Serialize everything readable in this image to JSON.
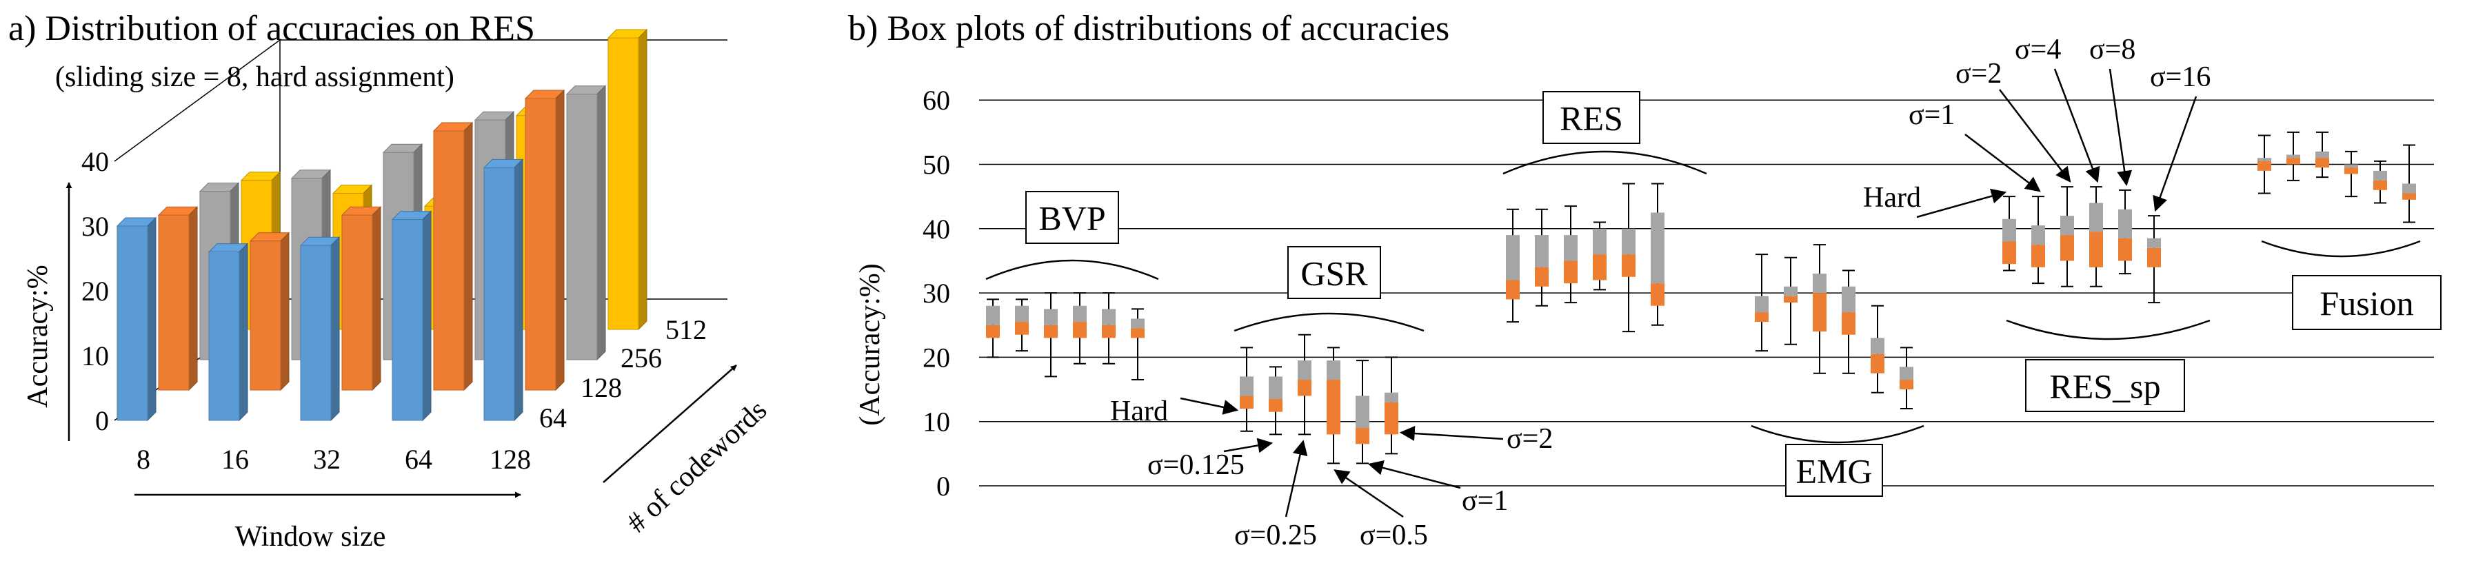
{
  "panel_a": {
    "title": "a) Distribution of accuracies on RES",
    "subtitle": "(sliding size = 8, hard assignment)"
  },
  "panel_b": {
    "title": "b) Box plots of distributions of accuracies"
  },
  "colors": {
    "blue": "#5b9bd5",
    "orange": "#ed7d31",
    "gray": "#a5a5a5",
    "yellow": "#ffc000",
    "box_upper": "#a5a5a5",
    "box_lower": "#ed7d31",
    "line": "#000000"
  },
  "chart_data": [
    {
      "type": "bar",
      "title": "a) Distribution of accuracies on RES",
      "subtitle": "(sliding size = 8, hard assignment)",
      "xlabel": "Window size",
      "ylabel": "Accuracy:%",
      "zlabel": "# of codewords",
      "categories": [
        "8",
        "16",
        "32",
        "64",
        "128"
      ],
      "depth_categories": [
        "64",
        "128",
        "256",
        "512"
      ],
      "yticks": [
        0,
        10,
        20,
        30,
        40
      ],
      "ylim": [
        0,
        40
      ],
      "series": [
        {
          "name": "64",
          "color": "blue",
          "values": [
            30,
            26,
            27,
            31,
            39
          ]
        },
        {
          "name": "128",
          "color": "orange",
          "values": [
            27,
            23,
            27,
            40,
            45
          ]
        },
        {
          "name": "256",
          "color": "gray",
          "values": [
            26,
            28,
            32,
            37,
            41
          ]
        },
        {
          "name": "512",
          "color": "yellow",
          "values": [
            23,
            21,
            19,
            33,
            45
          ]
        }
      ]
    },
    {
      "type": "box",
      "title": "b) Box plots of distributions of accuracies",
      "ylabel": "(Accuracy:%)",
      "yticks": [
        0,
        10,
        20,
        30,
        40,
        50,
        60
      ],
      "ylim": [
        0,
        60
      ],
      "grid": true,
      "boxes_per_group": [
        "Hard",
        "σ=0.125",
        "σ=0.25",
        "σ=0.5",
        "σ=1",
        "σ=2"
      ],
      "groups": [
        {
          "name": "BVP",
          "boxes": [
            {
              "min": 20,
              "q1": 23,
              "median": 25,
              "q3": 28,
              "max": 29
            },
            {
              "min": 21,
              "q1": 23.5,
              "median": 25.5,
              "q3": 28,
              "max": 29
            },
            {
              "min": 17,
              "q1": 23,
              "median": 25,
              "q3": 27.5,
              "max": 30
            },
            {
              "min": 19,
              "q1": 23,
              "median": 25.5,
              "q3": 28,
              "max": 30
            },
            {
              "min": 19,
              "q1": 23,
              "median": 25,
              "q3": 27.5,
              "max": 30
            },
            {
              "min": 16.5,
              "q1": 23,
              "median": 24.5,
              "q3": 26,
              "max": 27.5
            }
          ]
        },
        {
          "name": "GSR",
          "boxes": [
            {
              "min": 8.5,
              "q1": 12,
              "median": 14,
              "q3": 17,
              "max": 21.5
            },
            {
              "min": 8,
              "q1": 11.5,
              "median": 13.5,
              "q3": 17,
              "max": 18.5
            },
            {
              "min": 8,
              "q1": 14,
              "median": 16.5,
              "q3": 19.5,
              "max": 23.5
            },
            {
              "min": 3.5,
              "q1": 8,
              "median": 16.5,
              "q3": 19.5,
              "max": 21.5
            },
            {
              "min": 3.5,
              "q1": 6.5,
              "median": 9,
              "q3": 14,
              "max": 19.5
            },
            {
              "min": 5,
              "q1": 8,
              "median": 13,
              "q3": 14.5,
              "max": 20
            }
          ]
        },
        {
          "name": "RES",
          "boxes": [
            {
              "min": 25.5,
              "q1": 29,
              "median": 32,
              "q3": 39,
              "max": 43
            },
            {
              "min": 28,
              "q1": 31,
              "median": 34,
              "q3": 39,
              "max": 43
            },
            {
              "min": 28.5,
              "q1": 31.5,
              "median": 35,
              "q3": 39,
              "max": 43.5
            },
            {
              "min": 30.5,
              "q1": 32,
              "median": 36,
              "q3": 40,
              "max": 41
            },
            {
              "min": 24,
              "q1": 32.5,
              "median": 36,
              "q3": 40,
              "max": 47
            },
            {
              "min": 25,
              "q1": 28,
              "median": 31.5,
              "q3": 42.5,
              "max": 47
            }
          ]
        },
        {
          "name": "EMG",
          "boxes": [
            {
              "min": 21,
              "q1": 25.5,
              "median": 27,
              "q3": 29.5,
              "max": 36
            },
            {
              "min": 22,
              "q1": 28.5,
              "median": 29.5,
              "q3": 31,
              "max": 35.5
            },
            {
              "min": 17.5,
              "q1": 24,
              "median": 30,
              "q3": 33,
              "max": 37.5
            },
            {
              "min": 17.5,
              "q1": 23.5,
              "median": 27,
              "q3": 31,
              "max": 33.5
            },
            {
              "min": 14.5,
              "q1": 17.5,
              "median": 20.5,
              "q3": 23,
              "max": 28
            },
            {
              "min": 12,
              "q1": 15,
              "median": 16.5,
              "q3": 18.5,
              "max": 21.5
            }
          ]
        },
        {
          "name": "RES_sp",
          "boxes": [
            {
              "min": 33.5,
              "q1": 34.5,
              "median": 38,
              "q3": 41.5,
              "max": 45
            },
            {
              "min": 31.5,
              "q1": 34,
              "median": 37.5,
              "q3": 40.5,
              "max": 45
            },
            {
              "min": 31,
              "q1": 35,
              "median": 39,
              "q3": 42,
              "max": 46.5
            },
            {
              "min": 31,
              "q1": 34,
              "median": 39.5,
              "q3": 44,
              "max": 46.5
            },
            {
              "min": 33,
              "q1": 35,
              "median": 38.5,
              "q3": 43,
              "max": 46
            },
            {
              "min": 28.5,
              "q1": 34,
              "median": 37,
              "q3": 38.5,
              "max": 42
            }
          ]
        },
        {
          "name": "Fusion",
          "boxes": [
            {
              "min": 45.5,
              "q1": 49,
              "median": 50.5,
              "q3": 51,
              "max": 54.5
            },
            {
              "min": 47.5,
              "q1": 50,
              "median": 51,
              "q3": 51.5,
              "max": 55
            },
            {
              "min": 48,
              "q1": 49.5,
              "median": 51,
              "q3": 52,
              "max": 55
            },
            {
              "min": 45,
              "q1": 48.5,
              "median": 49.5,
              "q3": 50,
              "max": 52
            },
            {
              "min": 44,
              "q1": 46,
              "median": 47.5,
              "q3": 49,
              "max": 50.5
            },
            {
              "min": 41,
              "q1": 44.5,
              "median": 45.5,
              "q3": 47,
              "max": 53
            }
          ]
        }
      ],
      "annotations": {
        "gsr": [
          "Hard",
          "σ=0.125",
          "σ=0.25",
          "σ=0.5",
          "σ=1",
          "σ=2"
        ],
        "res_sp": [
          "Hard",
          "σ=1",
          "σ=2",
          "σ=4",
          "σ=8",
          "σ=16"
        ]
      }
    }
  ]
}
